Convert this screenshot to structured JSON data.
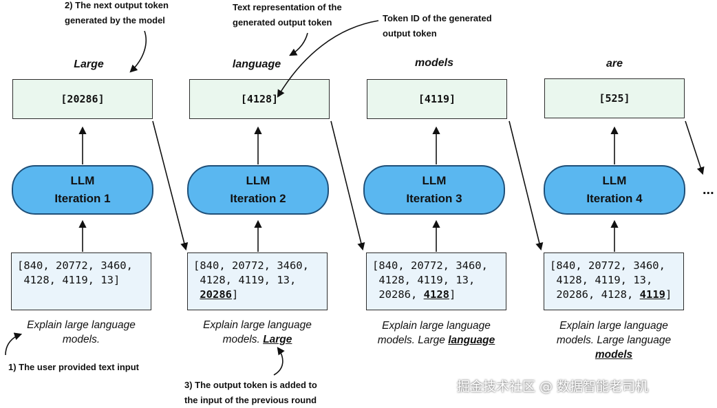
{
  "annotations": {
    "a2_line1": "2) The next output token",
    "a2_line2": "generated by the model",
    "text_rep_line1": "Text representation of the",
    "text_rep_line2": "generated output token",
    "token_id_line1": "Token ID of the generated",
    "token_id_line2": "output token",
    "a1": "1) The user provided text input",
    "a3_line1": "3) The output token is added to",
    "a3_line2": "the input of the previous round"
  },
  "iterations": [
    {
      "word": "Large",
      "token_id": "[20286]",
      "llm_line1": "LLM",
      "llm_line2": "Iteration 1",
      "input_line1": "[840, 20772, 3460,",
      "input_line2": " 4128, 4119, 13]",
      "input_line3_prefix": "",
      "input_line3_bold": "",
      "input_line3_suffix": "",
      "caption_line1": "Explain large language",
      "caption_line2_prefix": "models.",
      "caption_line2_bold": "",
      "caption_line3_bold": ""
    },
    {
      "word": "language",
      "token_id": "[4128]",
      "llm_line1": "LLM",
      "llm_line2": "Iteration 2",
      "input_line1": "[840, 20772, 3460,",
      "input_line2": " 4128, 4119, 13,",
      "input_line3_prefix": " ",
      "input_line3_bold": "20286",
      "input_line3_suffix": "]",
      "caption_line1": "Explain large language",
      "caption_line2_prefix": "models. ",
      "caption_line2_bold": "Large",
      "caption_line3_bold": ""
    },
    {
      "word": "models",
      "token_id": "[4119]",
      "llm_line1": "LLM",
      "llm_line2": "Iteration 3",
      "input_line1": "[840, 20772, 3460,",
      "input_line2": " 4128, 4119, 13,",
      "input_line3_prefix": " 20286, ",
      "input_line3_bold": "4128",
      "input_line3_suffix": "]",
      "caption_line1": "Explain large language",
      "caption_line2_prefix": "models. Large ",
      "caption_line2_bold": "language",
      "caption_line3_bold": ""
    },
    {
      "word": "are",
      "token_id": "[525]",
      "llm_line1": "LLM",
      "llm_line2": "Iteration 4",
      "input_line1": "[840, 20772, 3460,",
      "input_line2": " 4128, 4119, 13,",
      "input_line3_prefix": " 20286, 4128, ",
      "input_line3_bold": "4119",
      "input_line3_suffix": "]",
      "caption_line1": "Explain large language",
      "caption_line2_prefix": "models. Large language",
      "caption_line2_bold": "",
      "caption_line3_bold": "models"
    }
  ],
  "ellipsis": "...",
  "watermark": "掘金技术社区 @ 数据智能老司机"
}
